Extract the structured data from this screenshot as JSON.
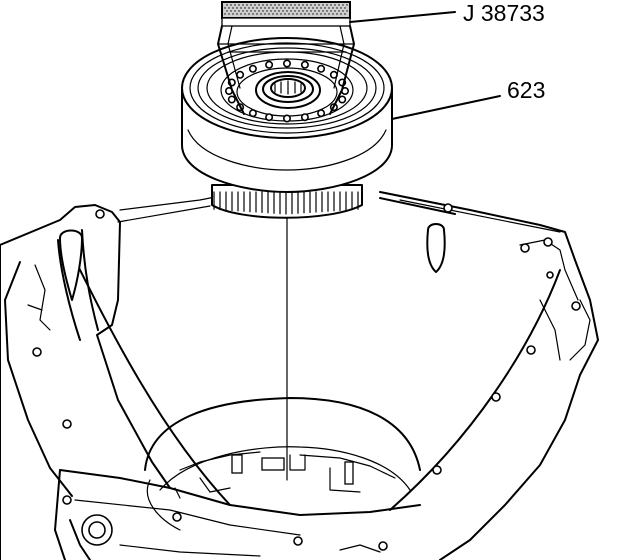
{
  "callouts": [
    {
      "id": "tool",
      "text": "J 38733"
    },
    {
      "id": "part",
      "text": "623"
    }
  ],
  "icons": [
    "leader-line",
    "centerline"
  ]
}
